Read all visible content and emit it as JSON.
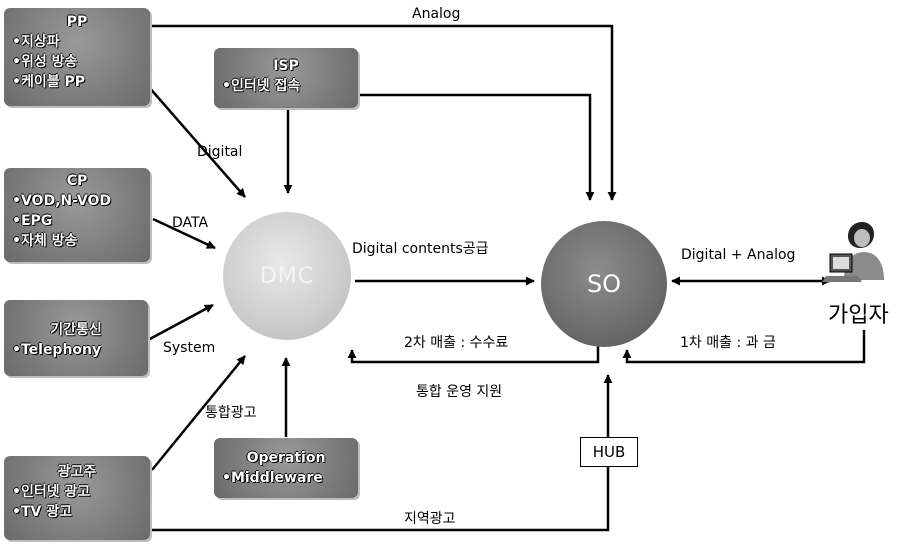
{
  "boxes": {
    "pp": {
      "title": "PP",
      "items": [
        "지상파",
        "위성 방송",
        "케이블 PP"
      ]
    },
    "cp": {
      "title": "CP",
      "items": [
        "VOD,N-VOD",
        "EPG",
        "자체 방송"
      ]
    },
    "telecom": {
      "title": "기간통신",
      "items": [
        "Telephony"
      ]
    },
    "advertiser": {
      "title": "광고주",
      "items": [
        "인터넷 광고",
        "TV 광고"
      ]
    },
    "isp": {
      "title": "ISP",
      "items": [
        "인터넷 접속"
      ]
    },
    "operation": {
      "title": "Operation",
      "items": [
        "Middleware"
      ]
    }
  },
  "nodes": {
    "dmc": "DMC",
    "so": "SO",
    "hub": "HUB",
    "subscriber": "가입자"
  },
  "edge_labels": {
    "analog": "Analog",
    "digital": "Digital",
    "data": "DATA",
    "system": "System",
    "integrated_ad": "통합광고",
    "digital_contents": "Digital contents공급",
    "secondary_sales": "2차 매출 : 수수료",
    "integrated_ops": "통합 운영 지원",
    "regional_ad": "지역광고",
    "digital_analog": "Digital + Analog",
    "primary_sales": "1차 매출 : 과 금"
  }
}
